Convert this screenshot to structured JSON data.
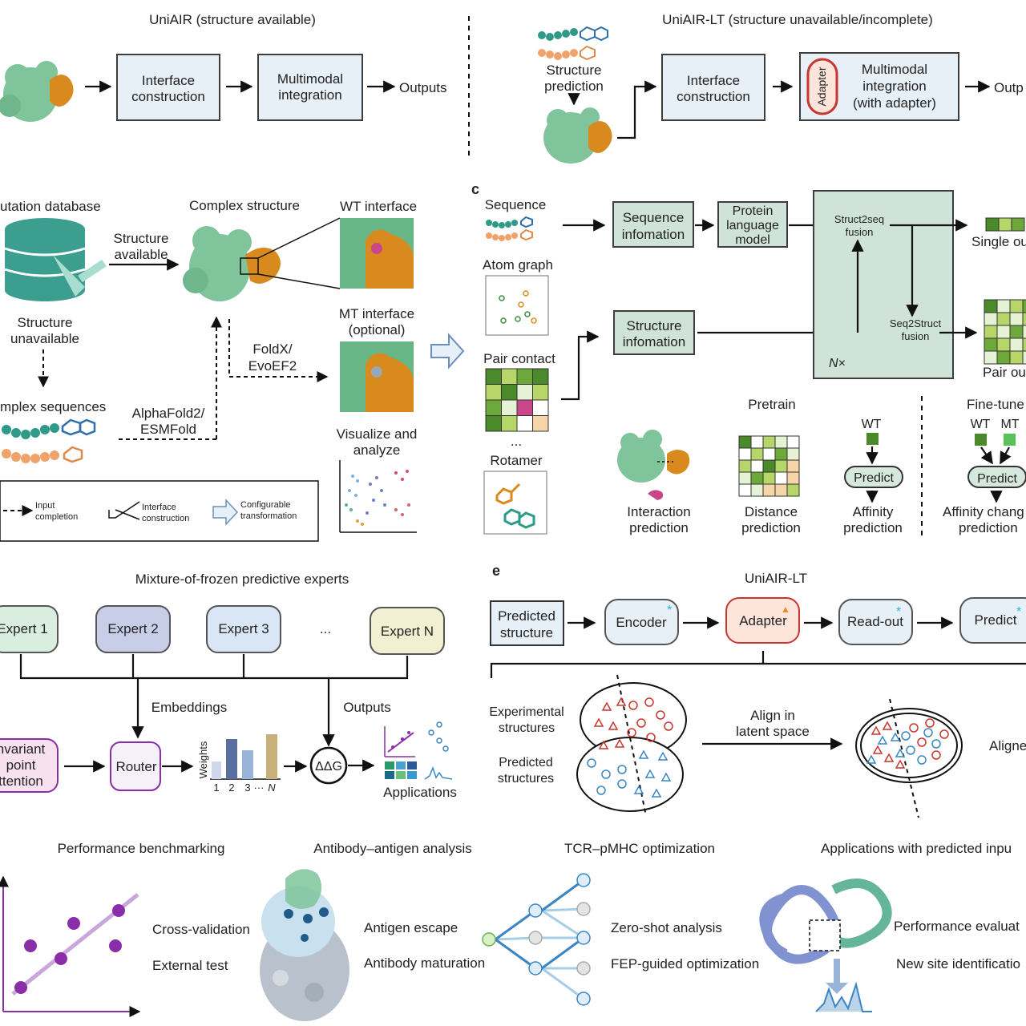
{
  "panel_a": {
    "left_title": "UniAIR (structure available)",
    "left_box1": [
      "Interface",
      "construction"
    ],
    "left_box2": [
      "Multimodal",
      "integration"
    ],
    "left_out": "Outputs",
    "right_title": "UniAIR-LT (structure unavailable/incomplete)",
    "struct_pred": [
      "Structure",
      "prediction"
    ],
    "right_box1": [
      "Interface",
      "construction"
    ],
    "adapter": "Adapter",
    "right_box2": [
      "Multimodal",
      "integration",
      "(with adapter)"
    ],
    "right_out": "Outp"
  },
  "panel_b": {
    "db_label": "utation database",
    "struct_unavail": [
      "Structure",
      "unavailable"
    ],
    "complex_seqs": "mplex sequences",
    "struct_available": [
      "Structure",
      "available"
    ],
    "complex_structure": "Complex structure",
    "wt_interface": "WT interface",
    "mt_interface": [
      "MT interface",
      "(optional)"
    ],
    "foldx": [
      "FoldX/",
      "EvoEF2"
    ],
    "alphafold": [
      "AlphaFold2/",
      "ESMFold"
    ],
    "visualize": [
      "Visualize and",
      "analyze"
    ],
    "legend": {
      "input": [
        "Input",
        "completion"
      ],
      "interface": [
        "Interface",
        "construction"
      ],
      "config": [
        "Configurable",
        "transformation"
      ]
    }
  },
  "panel_c": {
    "tag": "c",
    "sequence": "Sequence",
    "atom_graph": "Atom graph",
    "pair_contact": "Pair contact",
    "dots": "...",
    "rotamer": "Rotamer",
    "seq_info": [
      "Sequence",
      "infomation"
    ],
    "plm": [
      "Protein",
      "language",
      "model"
    ],
    "struct_info": [
      "Structure",
      "infomation"
    ],
    "s2q": [
      "Struct2seq",
      "fusion"
    ],
    "q2s": [
      "Seq2Struct",
      "fusion"
    ],
    "nx": "N×",
    "single_out": "Single ou",
    "pair_out": "Pair ou",
    "pretrain": "Pretrain",
    "interaction": [
      "Interaction",
      "prediction"
    ],
    "distance": [
      "Distance",
      "prediction"
    ],
    "wt": "WT",
    "predict": "Predict",
    "affinity": [
      "Affinity",
      "prediction"
    ],
    "finetune": "Fine-tune",
    "ft_wt": "WT",
    "ft_mt": "MT",
    "ft_predict": "Predict",
    "affinity_change": [
      "Affinity chang",
      "prediction"
    ]
  },
  "panel_d": {
    "title": "Mixture-of-frozen predictive experts",
    "experts": [
      "Expert 1",
      "Expert 2",
      "Expert 3",
      "...",
      "Expert N"
    ],
    "embeddings": "Embeddings",
    "outputs": "Outputs",
    "ipa": [
      "nvariant",
      "point",
      "ttention"
    ],
    "router": "Router",
    "weights": "Weights",
    "bar_ticks": [
      "1",
      "2",
      "3",
      "···",
      "N"
    ],
    "ddg": "ΔΔG",
    "applications": "Applications"
  },
  "panel_e": {
    "tag": "e",
    "title": "UniAIR-LT",
    "predicted_structure": [
      "Predicted",
      "structure"
    ],
    "encoder": "Encoder",
    "adapter": "Adapter",
    "readout": "Read-out",
    "predict": "Predict",
    "exp_structs": [
      "Experimental",
      "structures"
    ],
    "pred_structs": [
      "Predicted",
      "structures"
    ],
    "align": [
      "Align in",
      "latent space"
    ],
    "aligned": "Aligne"
  },
  "panel_f": {
    "perf_title": "Performance benchmarking",
    "cross_val": "Cross-validation",
    "ext_test": "External test",
    "ab_title": "Antibody–antigen analysis",
    "antigen_escape": "Antigen escape",
    "ab_maturation": "Antibody maturation",
    "tcr_title": "TCR–pMHC optimization",
    "zero_shot": "Zero-shot analysis",
    "fep": "FEP-guided optimization",
    "pred_title": "Applications with predicted inpu",
    "perf_eval": "Performance evaluat",
    "new_site": "New site identificatio"
  },
  "colors": {
    "protein_green": "#7fc49a",
    "ligand_orange": "#d98a1f",
    "box_fill": "#e7eff7",
    "panel_c_fill": "#cfe3d8",
    "expert_fill": "#f1f0d2",
    "adapter_fill": "#fde5dc",
    "experimental_red": "#c8362f",
    "predicted_blue": "#3a86c4",
    "purple": "#8a2ea8"
  }
}
